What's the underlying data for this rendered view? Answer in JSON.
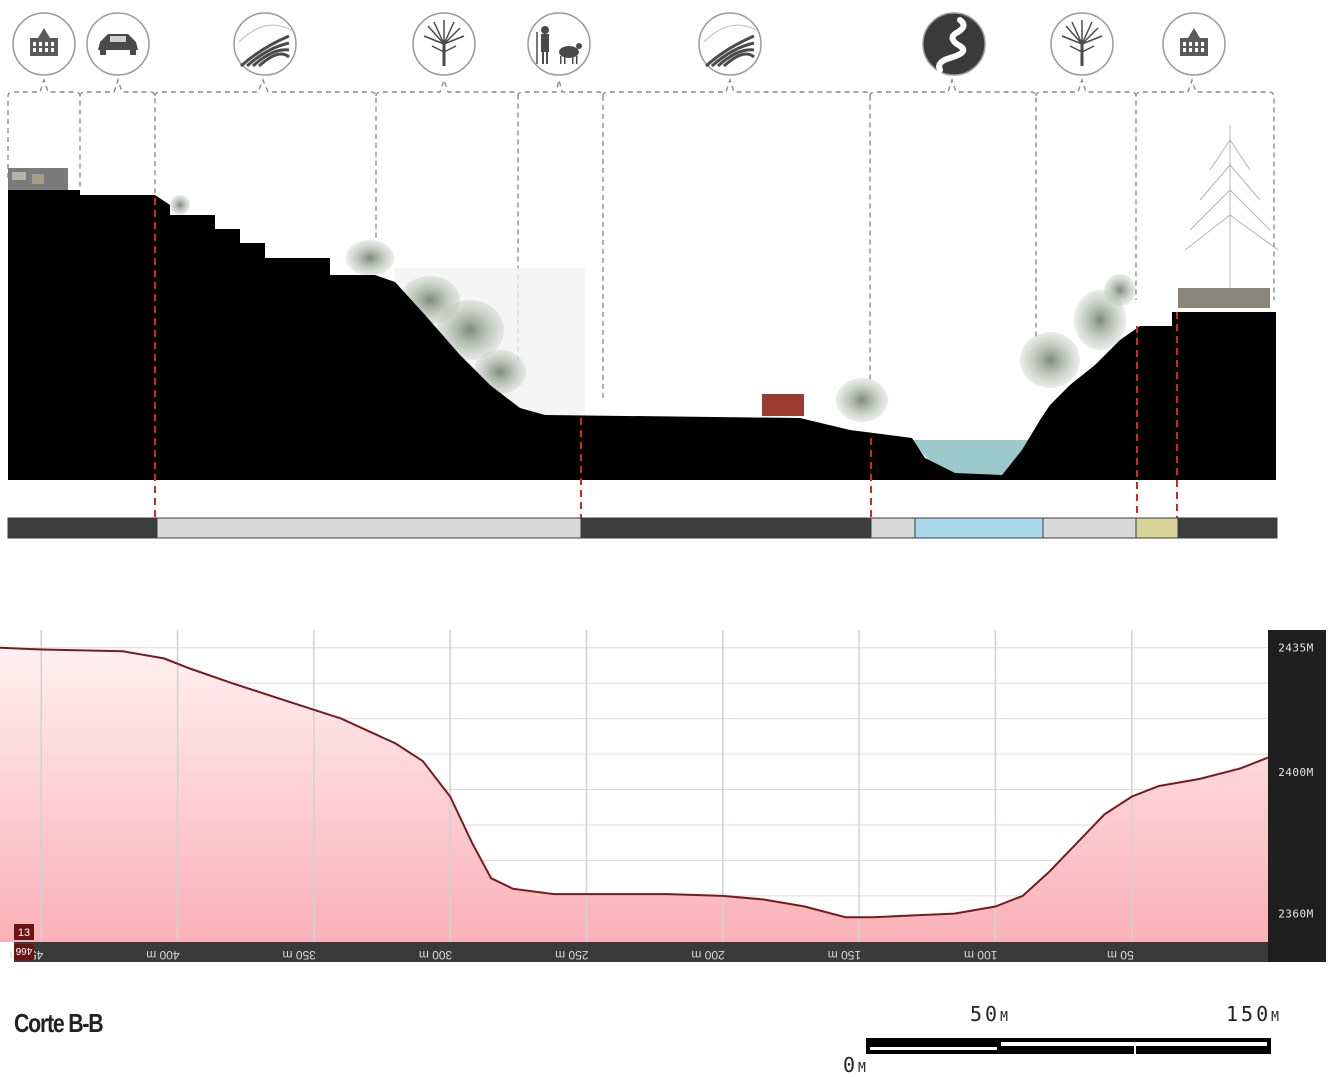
{
  "icons": [
    {
      "name": "building-icon",
      "dark": false
    },
    {
      "name": "car-icon",
      "dark": false
    },
    {
      "name": "field-icon",
      "dark": false
    },
    {
      "name": "tree-icon",
      "dark": false
    },
    {
      "name": "shepherd-icon",
      "dark": false
    },
    {
      "name": "field-icon",
      "dark": false
    },
    {
      "name": "river-icon",
      "dark": true
    },
    {
      "name": "tree-icon",
      "dark": false
    },
    {
      "name": "building-icon",
      "dark": false
    }
  ],
  "zone_bar": {
    "segments": [
      {
        "color": "#3c3c3c"
      },
      {
        "color": "#d9d9d9"
      },
      {
        "color": "#3c3c3c"
      },
      {
        "color": "#d9d9d9"
      },
      {
        "color": "#a9d8ea"
      },
      {
        "color": "#d9d9d9"
      },
      {
        "color": "#d9d59a"
      },
      {
        "color": "#3c3c3c"
      }
    ]
  },
  "chart_data": {
    "type": "area",
    "x_direction": "reversed",
    "xlim": [
      0,
      460
    ],
    "ylim": [
      2352,
      2440
    ],
    "x_ticks": [
      {
        "value": 450,
        "label": "450 m"
      },
      {
        "value": 400,
        "label": "400 m"
      },
      {
        "value": 350,
        "label": "350 m"
      },
      {
        "value": 300,
        "label": "300 m"
      },
      {
        "value": 250,
        "label": "250 m"
      },
      {
        "value": 200,
        "label": "200 m"
      },
      {
        "value": 150,
        "label": "150 m"
      },
      {
        "value": 100,
        "label": "100 m"
      },
      {
        "value": 50,
        "label": "50 m"
      }
    ],
    "y_ticks": [
      {
        "value": 2435,
        "label": "2435M"
      },
      {
        "value": 2400,
        "label": "2400M"
      },
      {
        "value": 2360,
        "label": "2360M"
      }
    ],
    "corner_labels": [
      "13",
      "466"
    ],
    "series": [
      {
        "color": "#7a1a1a",
        "fill": "#f8b3b8",
        "points": [
          [
            466,
            2435
          ],
          [
            450,
            2434.5
          ],
          [
            420,
            2434
          ],
          [
            405,
            2432
          ],
          [
            395,
            2429
          ],
          [
            380,
            2425
          ],
          [
            360,
            2420
          ],
          [
            340,
            2415
          ],
          [
            320,
            2408
          ],
          [
            310,
            2403
          ],
          [
            300,
            2393
          ],
          [
            292,
            2380
          ],
          [
            285,
            2370
          ],
          [
            277,
            2367
          ],
          [
            262,
            2365.5
          ],
          [
            240,
            2365.5
          ],
          [
            220,
            2365.5
          ],
          [
            200,
            2365
          ],
          [
            185,
            2364
          ],
          [
            170,
            2362
          ],
          [
            155,
            2359
          ],
          [
            145,
            2359
          ],
          [
            130,
            2359.5
          ],
          [
            115,
            2360
          ],
          [
            100,
            2362
          ],
          [
            90,
            2365
          ],
          [
            80,
            2372
          ],
          [
            70,
            2380
          ],
          [
            60,
            2388
          ],
          [
            50,
            2393
          ],
          [
            40,
            2396
          ],
          [
            25,
            2398
          ],
          [
            10,
            2401
          ],
          [
            0,
            2404
          ]
        ]
      }
    ],
    "grid": true
  },
  "caption": "Corte B-B",
  "scale_bar": {
    "label_start": "0",
    "label_mid": "50",
    "label_end": "150",
    "unit": "M"
  }
}
